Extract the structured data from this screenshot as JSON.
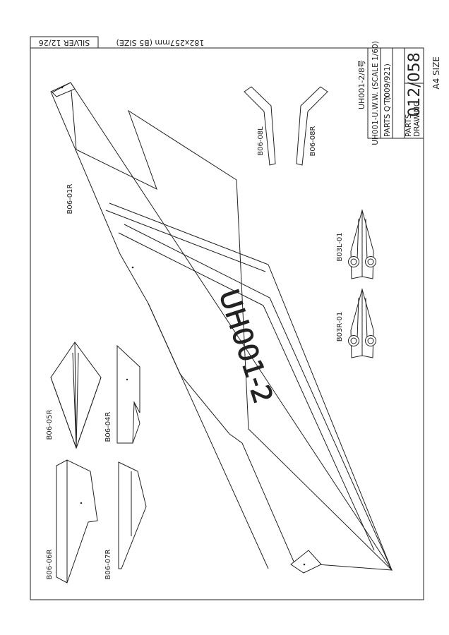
{
  "page_size_label": "A4 SIZE",
  "header": {
    "paper_note": "182x257mm (B5 SIZE)",
    "sheet_tag": "SILVER 12/26"
  },
  "title_block": {
    "model": "UH001-2/8号",
    "model_line": "UH001-U.W.W. (SCALE 1/60)",
    "parts_qty_label": "PARTS Q'TY",
    "parts_qty_value": "(009/921)",
    "parts_label": "PARTS",
    "drawing_label": "DRAWING",
    "drawing_number": "012/058"
  },
  "wing_marking": "UH001-2",
  "part_labels": {
    "b06_01r": "B06-01R",
    "b06_08l": "B06-08L",
    "b06_08r": "B06-08R",
    "b03l_01": "B03L-01",
    "b03r_01": "B03R-01",
    "b06_05r": "B06-05R",
    "b06_04r": "B06-04R",
    "b06_06r": "B06-06R",
    "b06_07r": "B06-07R"
  }
}
